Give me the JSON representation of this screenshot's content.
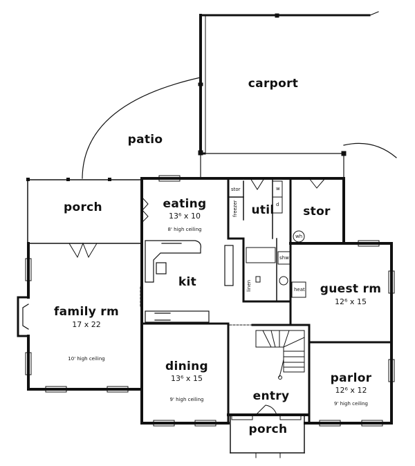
{
  "rooms": {
    "carport": {
      "name": "carport"
    },
    "patio": {
      "name": "patio"
    },
    "porch_rear": {
      "name": "porch"
    },
    "eating": {
      "name": "eating",
      "dims": "13⁶ x 10",
      "ceiling": "8' high ceiling"
    },
    "util": {
      "name": "util"
    },
    "stor": {
      "name": "stor"
    },
    "family": {
      "name": "family rm",
      "dims": "17 x 22",
      "ceiling": "10' high ceiling"
    },
    "kit": {
      "name": "kit"
    },
    "guest": {
      "name": "guest rm",
      "dims": "12⁶ x 15"
    },
    "dining": {
      "name": "dining",
      "dims": "13⁶ x 15",
      "ceiling": "9' high ceiling"
    },
    "entry": {
      "name": "entry"
    },
    "parlor": {
      "name": "parlor",
      "dims": "12⁶ x 12",
      "ceiling": "9' high ceiling"
    },
    "porch_front": {
      "name": "porch"
    }
  },
  "fixtures": {
    "stor_small": "stor",
    "freezer": "freezer",
    "washer": "w",
    "dryer": "d",
    "water_heater": "wh",
    "shower": "shw",
    "linen": "linen",
    "heat": "heat"
  }
}
